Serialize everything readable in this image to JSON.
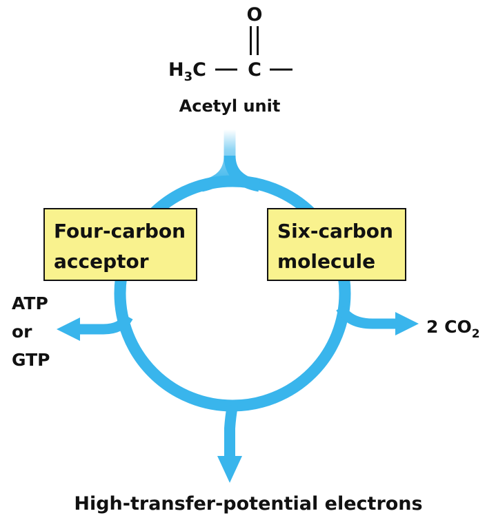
{
  "colors": {
    "cycle": "#39b5ec",
    "box_fill": "#f9f28e",
    "box_border": "#111111",
    "text": "#111111"
  },
  "acetyl": {
    "oxygen": "O",
    "methyl_h": "H",
    "methyl_sub": "3",
    "methyl_c": "C",
    "carbonyl_c": "C",
    "label": "Acetyl unit"
  },
  "boxes": {
    "four_carbon": {
      "line1": "Four-carbon",
      "line2": "acceptor"
    },
    "six_carbon": {
      "line1": "Six-carbon",
      "line2": "molecule"
    }
  },
  "outputs": {
    "atp_line1": "ATP",
    "atp_line2": "or",
    "atp_line3": "GTP",
    "co2_prefix": "2 CO",
    "co2_sub": "2",
    "electrons": "High-transfer-potential electrons"
  }
}
